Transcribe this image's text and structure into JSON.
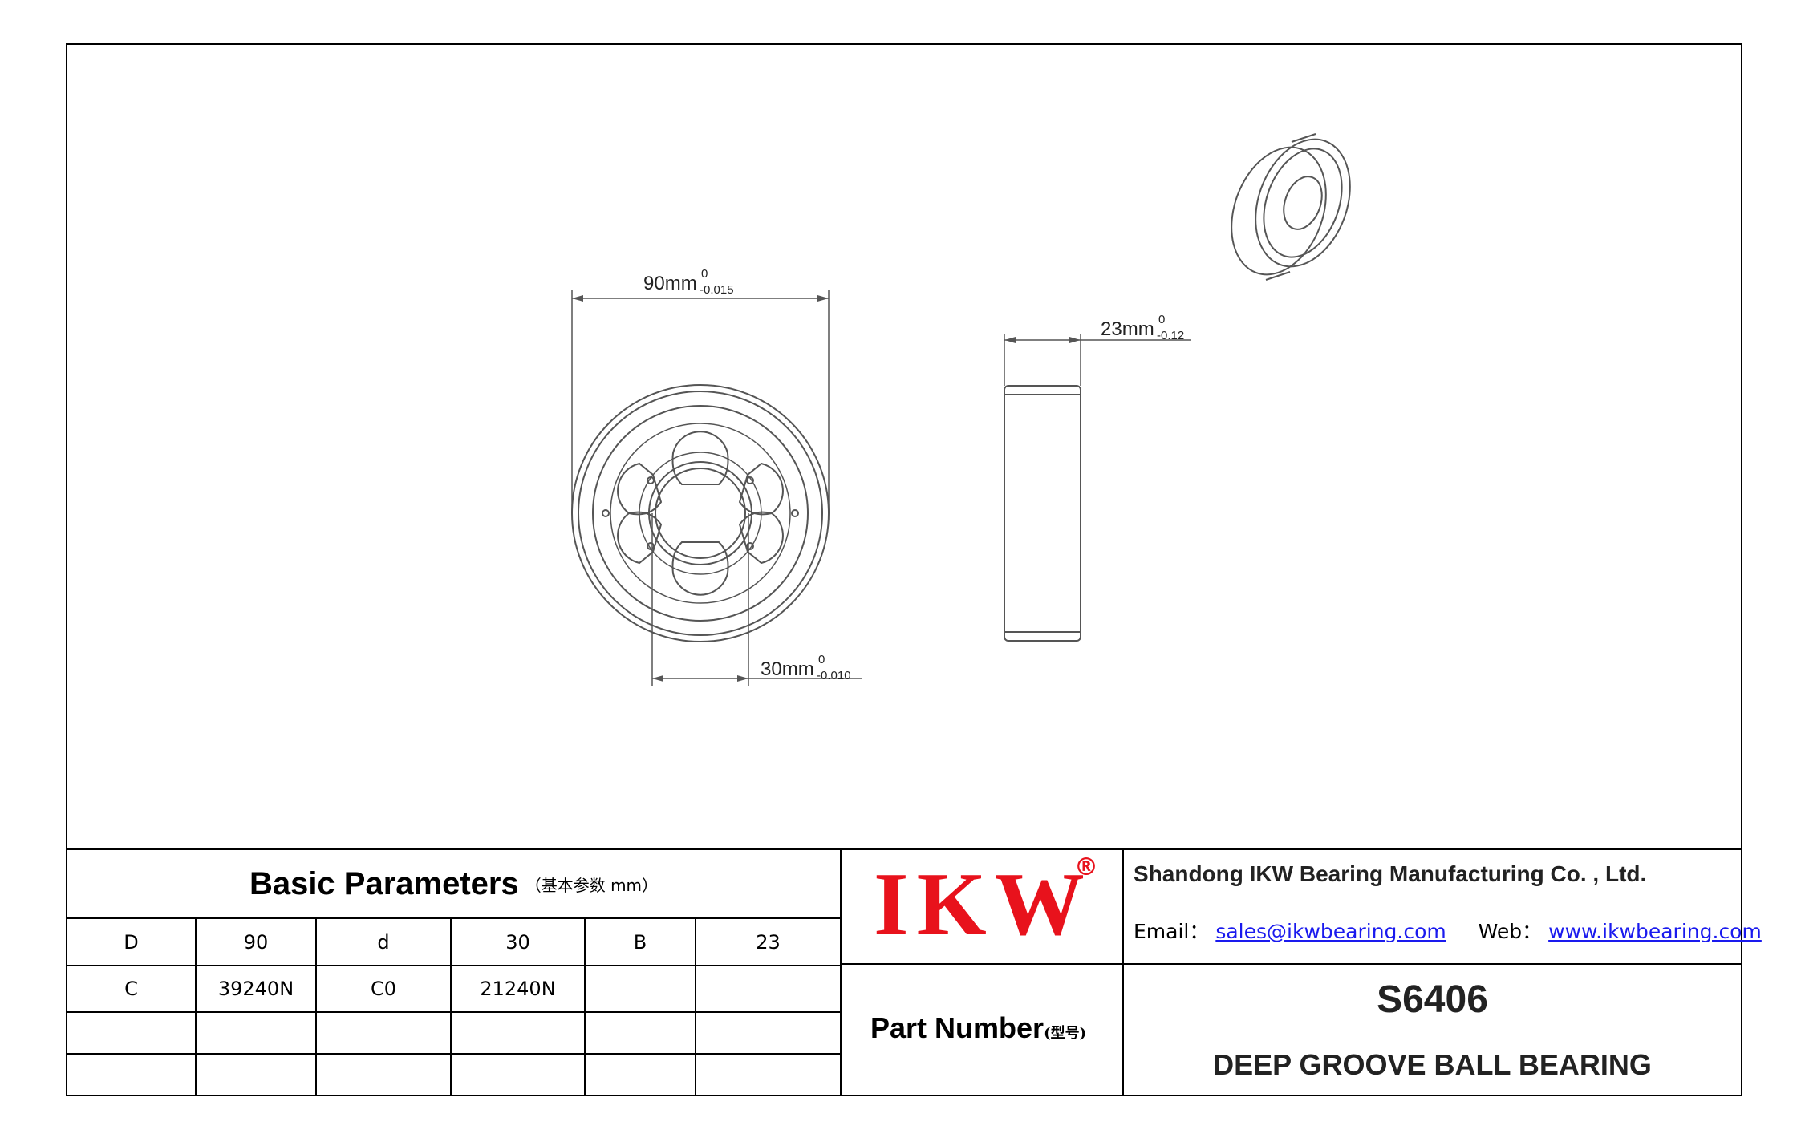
{
  "dimensions": {
    "outer": {
      "value": "90mm",
      "upper": "0",
      "lower": "-0.015"
    },
    "inner": {
      "value": "30mm",
      "upper": "0",
      "lower": "-0.010"
    },
    "width": {
      "value": "23mm",
      "upper": "0",
      "lower": "-0.12"
    }
  },
  "parameters": {
    "title": "Basic Parameters",
    "subtitle": "（基本参数 mm）",
    "rows": [
      [
        "D",
        "90",
        "d",
        "30",
        "B",
        "23"
      ],
      [
        "C",
        "39240N",
        "C0",
        "21240N",
        "",
        ""
      ],
      [
        "",
        "",
        "",
        "",
        "",
        ""
      ],
      [
        "",
        "",
        "",
        "",
        "",
        ""
      ]
    ]
  },
  "logo": {
    "text": "IKW",
    "registered": "®",
    "color": "#e8121c"
  },
  "company": {
    "name": "Shandong IKW Bearing Manufacturing Co. , Ltd.",
    "email_label": "Email：",
    "email": "sales@ikwbearing.com",
    "web_label": "Web：",
    "web": "www.ikwbearing.com"
  },
  "part": {
    "label": "Part Number",
    "label_cn": "(型号)",
    "model": "S6406",
    "description": "DEEP GROOVE BALL BEARING"
  }
}
